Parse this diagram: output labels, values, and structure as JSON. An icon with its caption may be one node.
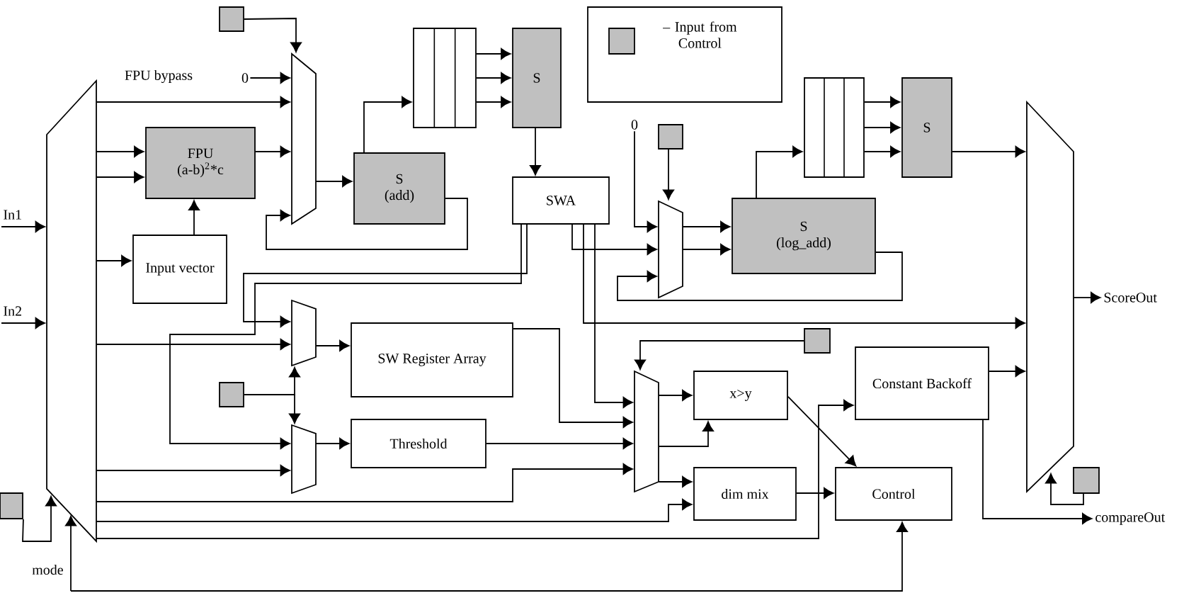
{
  "diagram": {
    "nodes": [
      {
        "text": [],
        "shape": "box"
      },
      {
        "text": [],
        "shape": "box"
      },
      {
        "text": [
          "S"
        ]
      },
      {
        "text": [
          "0"
        ]
      },
      {
        "text": [],
        "shape": "trapezoid"
      },
      {
        "text": [],
        "shape": "trapezoid"
      },
      {
        "text": [
          "FPU",
          "(a-b)$^{2}$*c"
        ]
      },
      {
        "text": [
          "S",
          "(add)"
        ]
      },
      {
        "text": [
          "SWA"
        ]
      },
      {
        "text": [
          "0"
        ]
      },
      {
        "text": [],
        "shape": "box"
      },
      {
        "text": [],
        "shape": "box"
      },
      {
        "text": [
          "S"
        ]
      },
      {
        "text": [],
        "shape": "trapezoid"
      },
      {
        "text": [
          "S",
          "(log_add)"
        ]
      },
      {
        "text": [],
        "shape": "trapezoid"
      },
      {
        "text": [
          "In1"
        ]
      },
      {
        "text": [
          "Input vector"
        ]
      },
      {
        "text": [
          "ScoreOut"
        ]
      },
      {
        "text": [
          "In2"
        ]
      },
      {
        "text": [],
        "shape": "trapezoid"
      },
      {
        "text": [
          "SW Register Array"
        ]
      },
      {
        "text": [],
        "shape": "box"
      },
      {
        "text": [],
        "shape": "trapezoid"
      },
      {
        "text": [
          "Threshold"
        ]
      },
      {
        "text": [],
        "shape": "trapezoid"
      },
      {
        "text": [
          "x>y"
        ]
      },
      {
        "text": [],
        "shape": "box"
      },
      {
        "text": [
          "Constant Backoff"
        ]
      },
      {
        "text": [
          "dim mix"
        ]
      },
      {
        "text": [
          "Control"
        ]
      },
      {
        "text": [],
        "shape": "box"
      },
      {
        "text": [],
        "shape": "box"
      },
      {
        "text": [
          "compareOut"
        ]
      },
      {
        "text": [
          "mode"
        ]
      }
    ],
    "edges": [
      {
        "from": 16,
        "to": 5,
        "arrow": "to"
      },
      {
        "from": 19,
        "to": 5,
        "arrow": "to"
      },
      {
        "from": 34,
        "to": 5,
        "arrow": "to"
      },
      {
        "from": 32,
        "to": 5,
        "arrow": "to"
      },
      {
        "from": 5,
        "to": 4,
        "arrow": "to",
        "label": "FPU bypass"
      },
      {
        "from": 3,
        "to": 4,
        "arrow": "to"
      },
      {
        "from": 0,
        "to": 4,
        "arrow": "to"
      },
      {
        "from": 5,
        "to": 6,
        "arrow": "to"
      },
      {
        "from": 5,
        "to": 6,
        "arrow": "to"
      },
      {
        "from": 5,
        "to": 17,
        "arrow": "to"
      },
      {
        "from": 17,
        "to": 6,
        "arrow": "to"
      },
      {
        "from": 6,
        "to": 4,
        "arrow": "to"
      },
      {
        "from": 4,
        "to": 7,
        "arrow": "to"
      },
      {
        "from": 7,
        "to": 4,
        "arrow": "to"
      },
      {
        "from": 7,
        "to": 1,
        "arrow": "to"
      },
      {
        "from": 1,
        "to": 2,
        "arrow": "to"
      },
      {
        "from": 1,
        "to": 2,
        "arrow": "to"
      },
      {
        "from": 1,
        "to": 2,
        "arrow": "to"
      },
      {
        "from": 2,
        "to": 8,
        "arrow": "to"
      },
      {
        "from": 8,
        "to": 13,
        "arrow": "to"
      },
      {
        "from": 9,
        "to": 13,
        "arrow": "to"
      },
      {
        "from": 10,
        "to": 13,
        "arrow": "to"
      },
      {
        "from": 13,
        "to": 14,
        "arrow": "to"
      },
      {
        "from": 13,
        "to": 14,
        "arrow": "to"
      },
      {
        "from": 14,
        "to": 13,
        "arrow": "to"
      },
      {
        "from": 14,
        "to": 11,
        "arrow": "to"
      },
      {
        "from": 11,
        "to": 12,
        "arrow": "to"
      },
      {
        "from": 11,
        "to": 12,
        "arrow": "to"
      },
      {
        "from": 11,
        "to": 12,
        "arrow": "to"
      },
      {
        "from": 12,
        "to": 15,
        "arrow": "to"
      },
      {
        "from": 15,
        "to": 18,
        "arrow": "to"
      },
      {
        "from": 31,
        "to": 15,
        "arrow": "to"
      },
      {
        "from": 28,
        "to": 15,
        "arrow": "to"
      },
      {
        "from": 22,
        "to": 20,
        "arrow": "to"
      },
      {
        "from": 22,
        "to": 23,
        "arrow": "to"
      },
      {
        "from": 20,
        "to": 21,
        "arrow": "to"
      },
      {
        "from": 23,
        "to": 24,
        "arrow": "to"
      },
      {
        "from": 8,
        "to": 20,
        "arrow": "to"
      },
      {
        "from": 5,
        "to": 20,
        "arrow": "to"
      },
      {
        "from": 8,
        "to": 23,
        "arrow": "to"
      },
      {
        "from": 5,
        "to": 23,
        "arrow": "to"
      },
      {
        "from": 21,
        "to": 25,
        "arrow": "to"
      },
      {
        "from": 24,
        "to": 25,
        "arrow": "to"
      },
      {
        "from": 5,
        "to": 25,
        "arrow": "to"
      },
      {
        "from": 25,
        "to": 26,
        "arrow": "to"
      },
      {
        "from": 25,
        "to": 26,
        "arrow": "to"
      },
      {
        "from": 25,
        "to": 29,
        "arrow": "to"
      },
      {
        "from": 26,
        "to": 30,
        "arrow": "to"
      },
      {
        "from": 29,
        "to": 30,
        "arrow": "to"
      },
      {
        "from": 5,
        "to": 29,
        "arrow": "to"
      },
      {
        "from": 5,
        "to": 28,
        "arrow": "to"
      },
      {
        "from": 34,
        "to": 30,
        "arrow": "to"
      },
      {
        "from": 28,
        "to": 33,
        "arrow": "to"
      },
      {
        "from": 8,
        "to": 25,
        "arrow": "to"
      },
      {
        "from": 8,
        "to": 15,
        "arrow": "to"
      },
      {
        "from": 27,
        "to": 25,
        "arrow": "to"
      }
    ],
    "legend": [
      {
        "text": "– Input from Control",
        "color": "#c0c0c0"
      }
    ]
  }
}
